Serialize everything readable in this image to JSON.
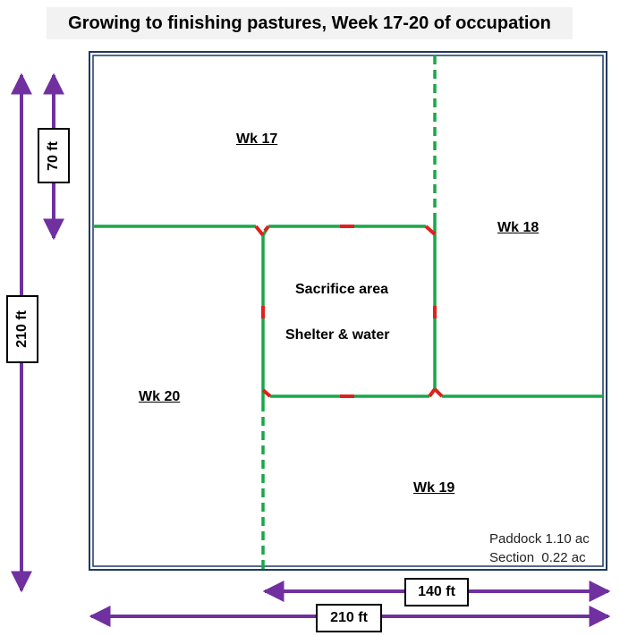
{
  "title": "Growing to finishing pastures, Week 17-20 of occupation",
  "paddocks": {
    "wk17": "Wk 17",
    "wk18": "Wk 18",
    "wk19": "Wk 19",
    "wk20": "Wk 20"
  },
  "center": {
    "line1": "Sacrifice area",
    "line2": "Shelter & water"
  },
  "stats": {
    "paddock": "Paddock 1.10 ac",
    "section": "Section  0.22 ac"
  },
  "dimensions": {
    "height_short": "70 ft",
    "height_full": "210 ft",
    "width_short": "140 ft",
    "width_full": "210 ft"
  },
  "colors": {
    "fence": "#1aa64a",
    "gate": "#e0201c",
    "dimension": "#7030a0",
    "border": "#1f3864"
  }
}
